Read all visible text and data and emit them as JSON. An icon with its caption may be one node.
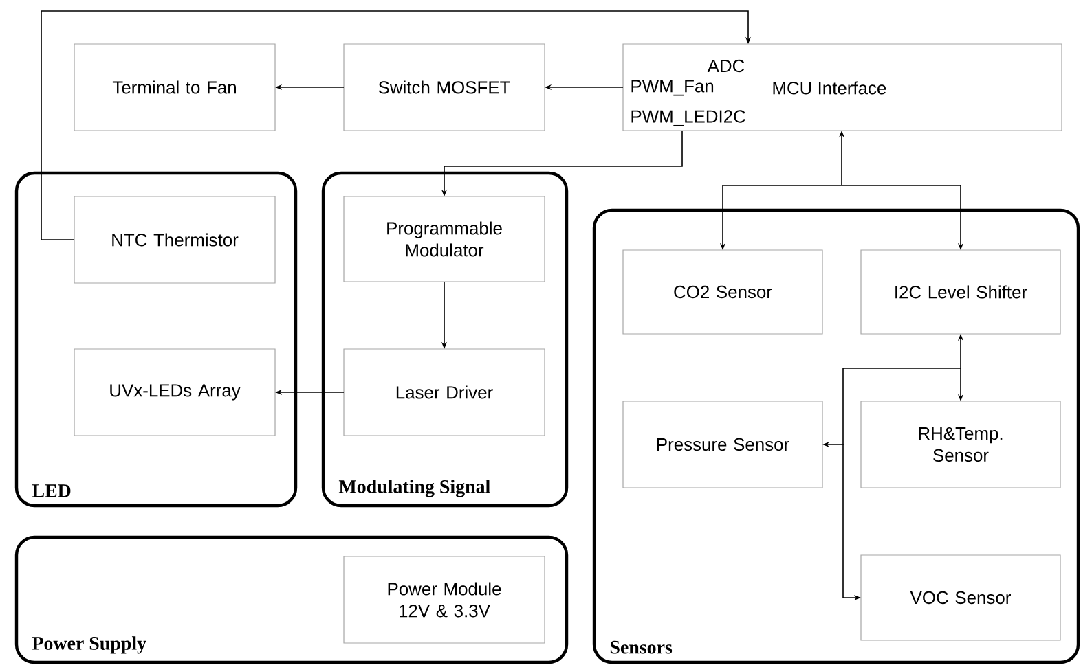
{
  "diagram": {
    "nodes": [
      {
        "text": [
          "Terminal to Fan"
        ]
      },
      {
        "text": [
          "Switch MOSFET"
        ]
      },
      {
        "text": [
          "MCU Interface",
          "ADC",
          "PWM_Fan",
          "PWM_LEDI2C"
        ]
      },
      {
        "text": [
          "LED"
        ]
      },
      {
        "text": [
          "NTC Thermistor"
        ],
        "in": 3
      },
      {
        "text": [
          "UVx-LEDs Array"
        ],
        "in": 3
      },
      {
        "text": [
          "Modulating Signal"
        ]
      },
      {
        "text": [
          "Programmable Modulator"
        ],
        "in": 6
      },
      {
        "text": [
          "Laser Driver"
        ],
        "in": 6
      },
      {
        "text": [
          "Sensors"
        ]
      },
      {
        "text": [
          "CO2 Sensor"
        ],
        "in": 9
      },
      {
        "text": [
          "I2C Level Shifter"
        ],
        "in": 9
      },
      {
        "text": [
          "Pressure Sensor"
        ],
        "in": 9
      },
      {
        "text": [
          "RH&Temp. Sensor"
        ],
        "in": 9
      },
      {
        "text": [
          "VOC Sensor"
        ],
        "in": 9
      },
      {
        "text": [
          "Power Supply"
        ]
      },
      {
        "text": [
          "Power Module 12V & 3.3V"
        ],
        "in": 15
      }
    ],
    "edges": [
      {
        "from": 1,
        "to": 0,
        "arrow": "to"
      },
      {
        "from": 2,
        "to": 1,
        "arrow": "to"
      },
      {
        "from": 4,
        "to": 2,
        "arrow": "to"
      },
      {
        "from": 2,
        "to": 7,
        "arrow": "to"
      },
      {
        "from": 7,
        "to": 8,
        "arrow": "to"
      },
      {
        "from": 8,
        "to": 5,
        "arrow": "to"
      },
      {
        "from": 2,
        "to": 10,
        "arrow": "both"
      },
      {
        "from": 2,
        "to": 11,
        "arrow": "both"
      },
      {
        "from": 11,
        "to": 13,
        "arrow": "both"
      },
      {
        "from": 11,
        "to": 12,
        "arrow": "both"
      },
      {
        "from": 11,
        "to": 14,
        "arrow": "both"
      }
    ]
  }
}
